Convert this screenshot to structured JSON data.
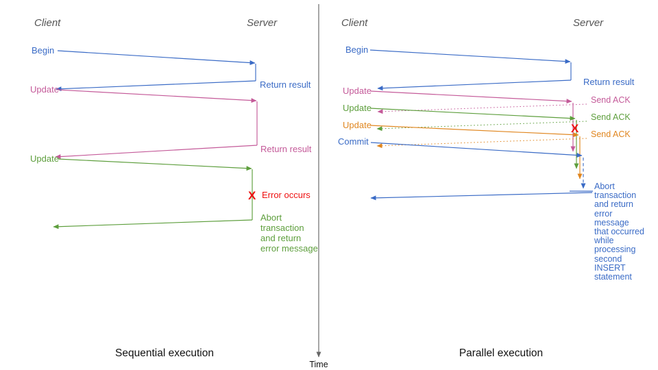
{
  "colors": {
    "blue": "#3a6bc6",
    "pink": "#c45a99",
    "green": "#5d9e3c",
    "orange": "#e0861f",
    "red": "#ee1111",
    "header": "#555555",
    "ink": "#111111"
  },
  "left": {
    "client_header": "Client",
    "server_header": "Server",
    "begin": "Begin",
    "return_result_1": "Return result",
    "update_1": "Update",
    "return_result_2": "Return result",
    "update_2": "Update",
    "error_mark": "X",
    "error_label": "Error occurs",
    "abort_lines": [
      "Abort",
      "transaction",
      "and return",
      "error message"
    ],
    "caption": "Sequential execution"
  },
  "axis": {
    "label": "Time"
  },
  "right": {
    "client_header": "Client",
    "server_header": "Server",
    "begin": "Begin",
    "return_result": "Return result",
    "update_1": "Update",
    "ack_1": "Send ACK",
    "update_2": "Update",
    "ack_2": "Send ACK",
    "update_3": "Update",
    "ack_3": "Send ACK",
    "error_mark": "X",
    "commit": "Commit",
    "abort_lines": [
      "Abort",
      "transaction",
      "and return",
      "error",
      "message",
      "that occurred",
      "while",
      "processing",
      "second",
      "INSERT",
      "statement"
    ],
    "caption": "Parallel execution"
  }
}
